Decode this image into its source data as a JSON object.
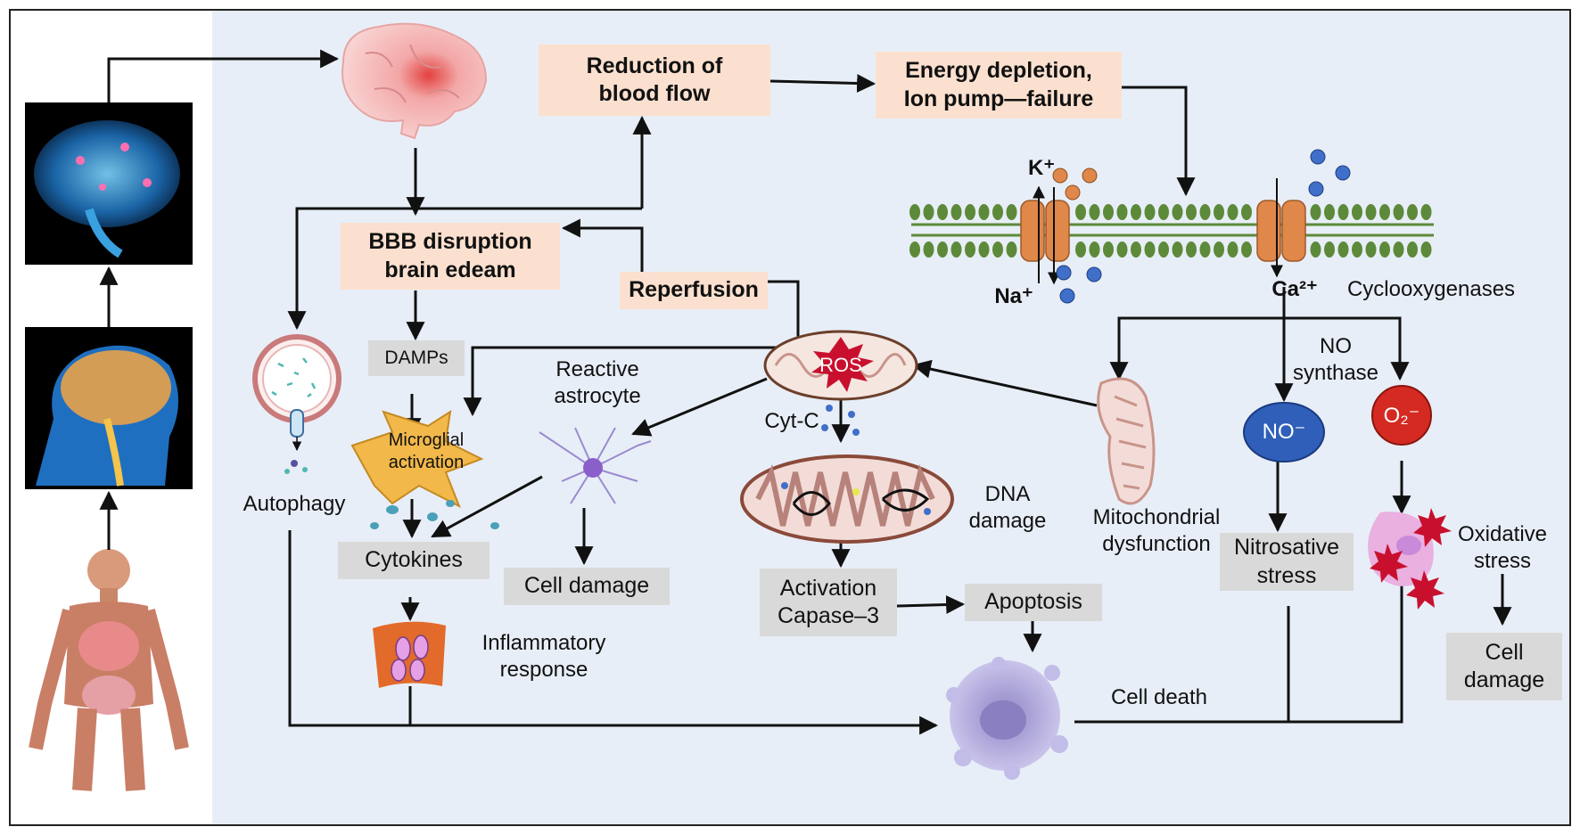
{
  "boxes": {
    "reduction": "Reduction of\nblood flow",
    "energy": "Energy depletion,\nIon pump—failure",
    "bbb": "BBB disruption\nbrain edeam",
    "reperfusion": "Reperfusion",
    "damps": "DAMPs",
    "cytokines": "Cytokines",
    "cell_damage_1": "Cell damage",
    "activation": "Activation\nCapase–3",
    "apoptosis": "Apoptosis",
    "nitrosative": "Nitrosative\nstress",
    "cell_damage_2": "Cell\ndamage"
  },
  "labels": {
    "k": "K⁺",
    "na": "Na⁺",
    "ca": "Ca²⁺",
    "cyclooxygenases": "Cyclooxygenases",
    "no_synthase": "NO\nsynthase",
    "no": "NO⁻",
    "o2": "O₂⁻",
    "ros": "ROS",
    "cytc": "Cyt-C",
    "reactive_astrocyte": "Reactive\nastrocyte",
    "microglial": "Microglial\nactivation",
    "autophagy": "Autophagy",
    "inflammatory": "Inflammatory\nresponse",
    "dna_damage": "DNA\ndamage",
    "mito_dysfunction": "Mitochondrial\ndysfunction",
    "oxidative": "Oxidative\nstress",
    "cell_death": "Cell death"
  },
  "colors": {
    "panel": "#e8eef7",
    "peach": "#fbe0cf",
    "grey": "#d9d9d9",
    "membrane": "#5d8a3a",
    "channel": "#e0874a",
    "no_circle": "#2f5fb8",
    "o2_circle": "#d42a22",
    "ros_star": "#c8102e"
  },
  "icons": [
    "brain-icon",
    "human-body-icon",
    "mitochondria-icon",
    "astrocyte-icon",
    "microglia-icon",
    "vesicle-icon",
    "macrophage-icon",
    "dying-cell-icon"
  ]
}
